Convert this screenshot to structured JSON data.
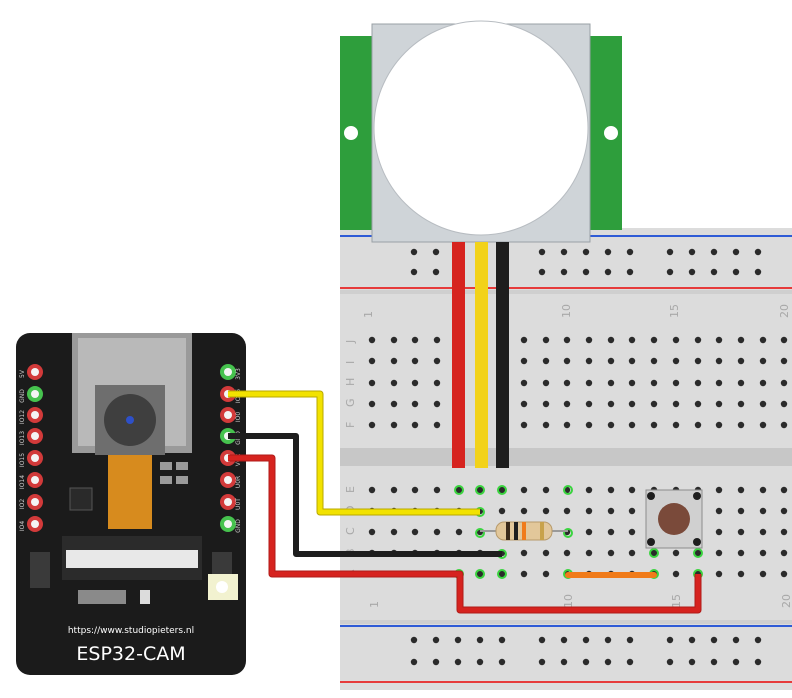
{
  "board": {
    "url": "https://www.studiopieters.nl",
    "name": "ESP32-CAM",
    "left_pins": [
      "5V",
      "GND",
      "IO12",
      "IO13",
      "IO15",
      "IO14",
      "IO2",
      "IO4"
    ],
    "right_pins": [
      "3V3",
      "IO16",
      "IO0",
      "GND",
      "VCC",
      "U0R",
      "U0T",
      "GND"
    ]
  },
  "breadboard": {
    "col_numbers_top": [
      "1",
      "10",
      "15",
      "20"
    ],
    "col_numbers_bottom": [
      "1",
      "10",
      "15",
      "20"
    ],
    "row_letters_top": [
      "J",
      "I",
      "H",
      "G",
      "F"
    ],
    "row_letters_bottom": [
      "E",
      "D",
      "C",
      "B",
      "A"
    ]
  },
  "colors": {
    "wire_red": "#d6231f",
    "wire_yellow": "#f2e200",
    "wire_black": "#1e1e1e",
    "wire_orange": "#f07b1a",
    "pcb": "#1b1b1b",
    "pir_green": "#2e9e3c",
    "rail_red": "#e63b3b",
    "rail_blue": "#2f5bd6"
  }
}
